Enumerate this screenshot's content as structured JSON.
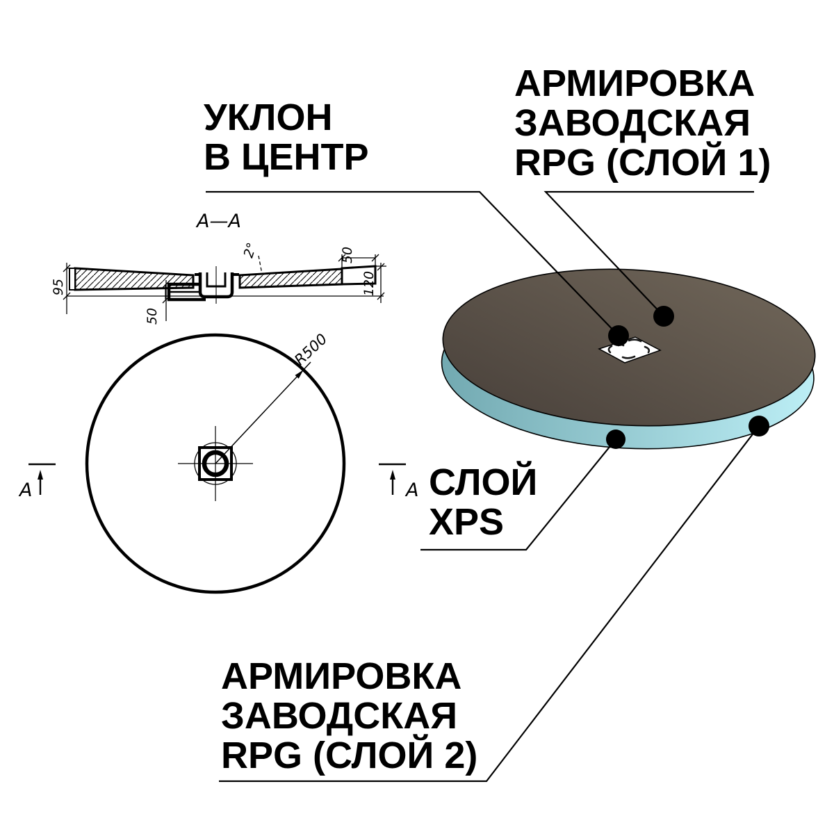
{
  "section_view": {
    "title": "A—A",
    "dim_left_height": "95",
    "dim_outlet": "50",
    "dim_slope_angle": "2°",
    "dim_edge_height": "50",
    "dim_total_height": "120"
  },
  "plan_view": {
    "radius_label": "R500",
    "section_letter_left": "A",
    "section_letter_right": "A"
  },
  "annotations": {
    "slope": {
      "lines": [
        "УКЛОН",
        "В ЦЕНТР"
      ]
    },
    "layer1": {
      "lines": [
        "АРМИРОВКА",
        "ЗАВОДСКАЯ",
        "RPG (СЛОЙ 1)"
      ]
    },
    "xps": {
      "lines": [
        "СЛОЙ",
        "XPS"
      ]
    },
    "layer2": {
      "lines": [
        "АРМИРОВКА",
        "ЗАВОДСКАЯ",
        "RPG (СЛОЙ 2)"
      ]
    }
  },
  "colors": {
    "ink": "#000000",
    "background": "#ffffff",
    "top_surface_dark": "#48403a",
    "top_surface_light": "#71675a",
    "xps_dark": "#72a9b1",
    "xps_light": "#bceef5",
    "drain_plate": "#ffffff"
  }
}
